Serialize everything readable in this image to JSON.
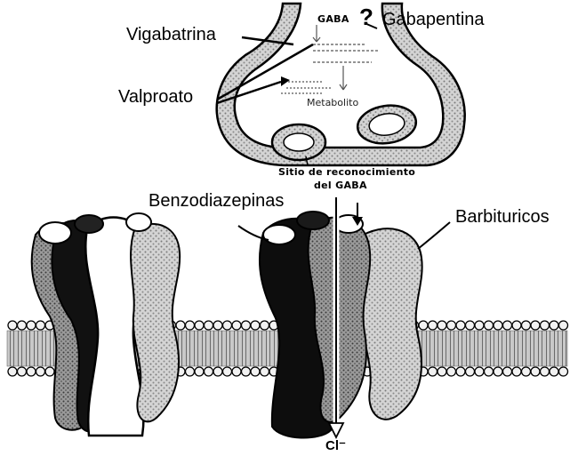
{
  "labels": {
    "vigabatrina": "Vigabatrina",
    "gabapentina": "Gabapentina",
    "question": "?",
    "valproato": "Valproato",
    "gaba": "GABA",
    "metabolito": "Metabolito",
    "sitio_line1": "Sitio de reconocimiento",
    "sitio_line2": "del GABA",
    "benzodiazepinas": "Benzodiazepinas",
    "barbituricos": "Barbituricos",
    "chloride": "Cl⁻"
  }
}
